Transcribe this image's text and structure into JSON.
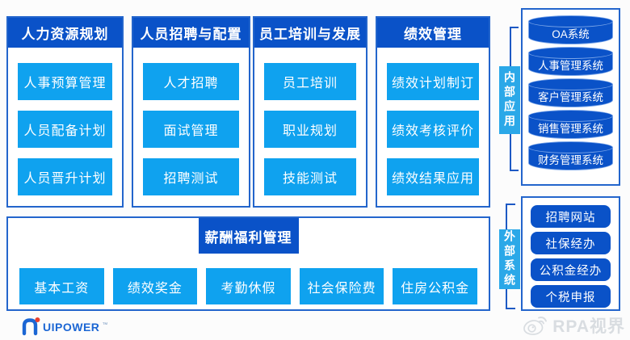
{
  "diagram": {
    "columns": [
      {
        "title": "人力资源规划",
        "items": [
          "人事预算管理",
          "人员配备计划",
          "人员晋升计划"
        ]
      },
      {
        "title": "人员招聘与配置",
        "items": [
          "人才招聘",
          "面试管理",
          "招聘测试"
        ]
      },
      {
        "title": "员工培训与发展",
        "items": [
          "员工培训",
          "职业规划",
          "技能测试"
        ]
      },
      {
        "title": "绩效管理",
        "items": [
          "绩效计划制订",
          "绩效考核评价",
          "绩效结果应用"
        ]
      }
    ],
    "compensation": {
      "title": "薪酬福利管理",
      "items": [
        "基本工资",
        "绩效奖金",
        "考勤休假",
        "社会保险费",
        "住房公积金"
      ]
    },
    "internal": {
      "tab": "内部应用",
      "systems": [
        "OA系统",
        "人事管理系统",
        "客户管理系统",
        "销售管理系统",
        "财务管理系统"
      ]
    },
    "external": {
      "tab": "外部系统",
      "systems": [
        "招聘网站",
        "社保经办",
        "公积金经办",
        "个税申报"
      ]
    }
  },
  "footer": {
    "logo_text": "UIPOWER",
    "trademark": "™"
  },
  "watermark": {
    "text": "RPA视界"
  },
  "colors": {
    "header_blue": "#0a52c8",
    "item_blue": "#0fa2ef",
    "tab_blue": "#2ba8e8",
    "border_blue": "#2365cc",
    "bracket_blue": "#1d59c4",
    "logo_blue": "#1b66d4",
    "logo_dot_red": "#e8402e",
    "watermark_gray": "#d9dde1"
  }
}
